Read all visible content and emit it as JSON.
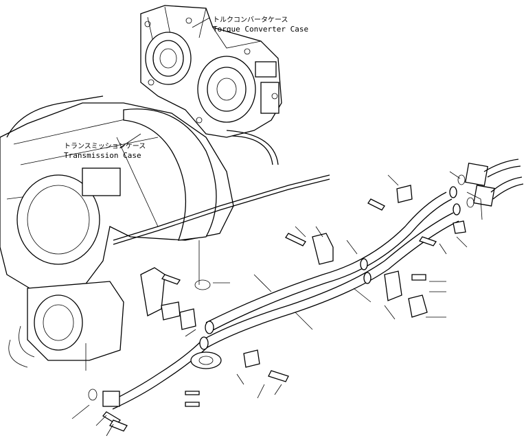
{
  "labels": {
    "torque_converter_case_jp": "トルクコンバータケース",
    "torque_converter_case_en": "Torque Converter Case",
    "transmission_case_jp": "トランスミッションケース",
    "transmission_case_en": "Transmission Case"
  }
}
